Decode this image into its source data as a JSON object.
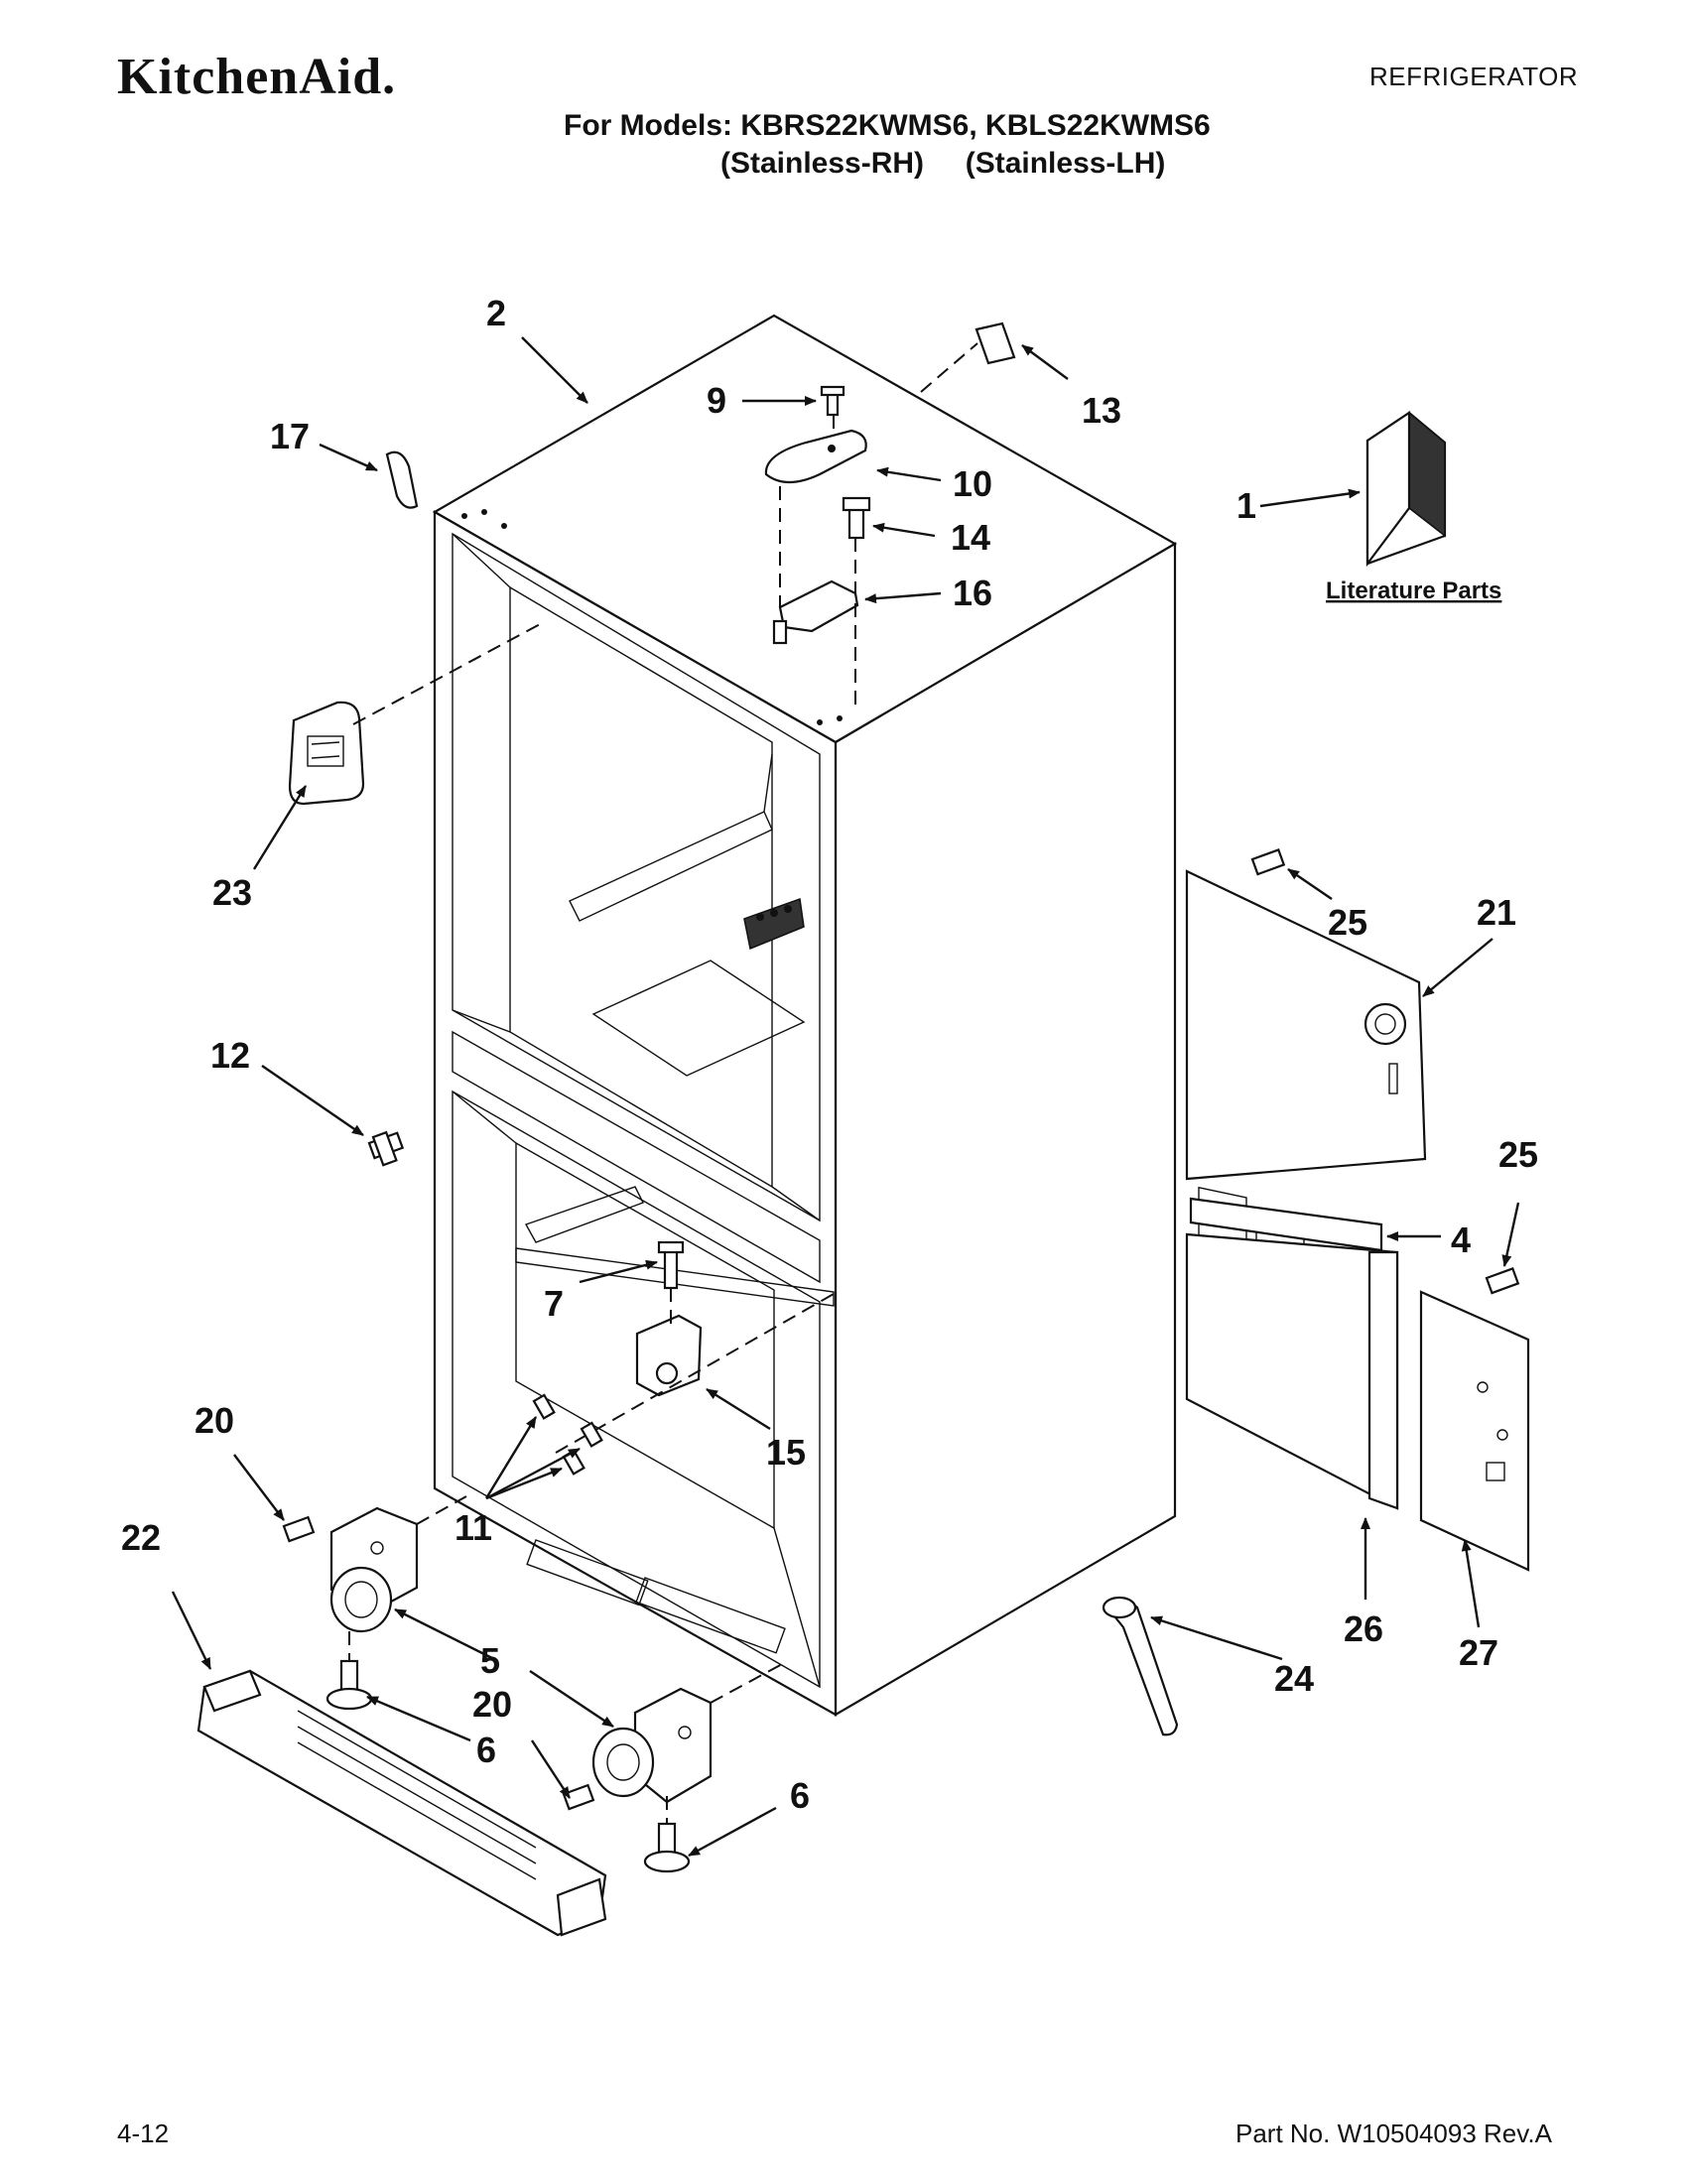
{
  "header": {
    "brand": "KitchenAid.",
    "category": "REFRIGERATOR",
    "models_line": "For Models: KBRS22KWMS6, KBLS22KWMS6",
    "variants_line": "(Stainless-RH)     (Stainless-LH)"
  },
  "diagram": {
    "literature_caption": "Literature Parts",
    "callouts": {
      "c1": "1",
      "c2": "2",
      "c4": "4",
      "c5": "5",
      "c6a": "6",
      "c6b": "6",
      "c7": "7",
      "c9": "9",
      "c10": "10",
      "c11": "11",
      "c12": "12",
      "c13": "13",
      "c14": "14",
      "c15": "15",
      "c16": "16",
      "c17": "17",
      "c20a": "20",
      "c20b": "20",
      "c21": "21",
      "c22": "22",
      "c23": "23",
      "c24": "24",
      "c25a": "25",
      "c25b": "25",
      "c26": "26",
      "c27": "27"
    }
  },
  "footer": {
    "page": "4-12",
    "part_no": "Part No. W10504093 Rev.A"
  }
}
